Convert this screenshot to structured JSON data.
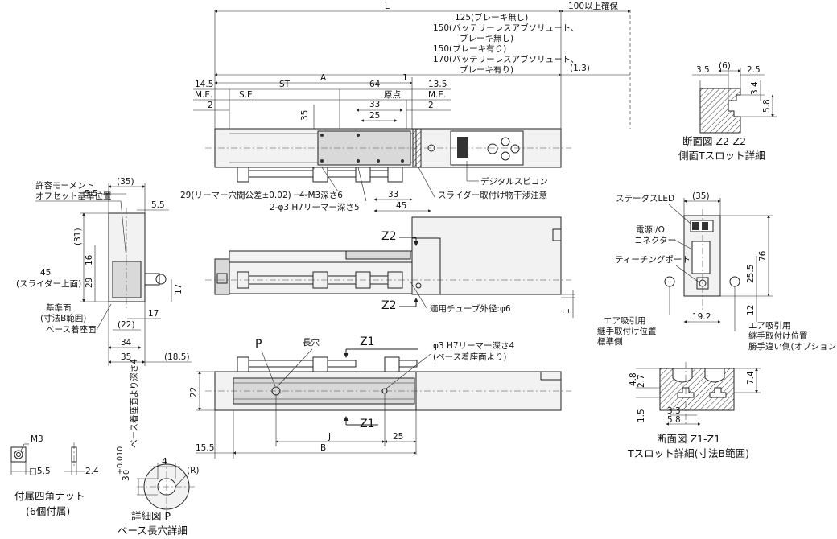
{
  "dims_top": {
    "L": "L",
    "secure": "100以上確保",
    "note1": "125(ブレーキ無し)",
    "note2": "150(バッテリーレスアブソリュート、",
    "note3": "ブレーキ無し)",
    "note4": "150(ブレーキ有り)",
    "note5": "170(バッテリーレスアブソリュート、",
    "note6": "ブレーキ有り)",
    "d_1_3": "(1.3)",
    "A": "A",
    "d14_5": "14.5",
    "ST": "ST",
    "d64": "64",
    "d1": "1",
    "d13_5": "13.5",
    "ME_l": "M.E.",
    "SE": "S.E.",
    "origin": "原点",
    "ME_r": "M.E.",
    "d2_l": "2",
    "d2_r": "2",
    "d33": "33",
    "d25": "25",
    "d35v": "35"
  },
  "labels_top": {
    "digital": "デジタルスピコン",
    "reamer_tol": "29(リーマー穴間公差±0.02)",
    "m3": "4-M3深さ6",
    "phi3": "2-φ3 H7リーマー深さ5",
    "d33b": "33",
    "d45": "45",
    "interfere": "スライダー取付け物干渉注意"
  },
  "left_view": {
    "moment1": "許容モーメント",
    "moment2": "オフセット基準位置",
    "d35": "(35)",
    "d5_5a": "5.5",
    "d5_5b": "5.5",
    "d31": "(31)",
    "d16": "16",
    "d29": "29",
    "d45": "45",
    "slider_top": "(スライダー上面)",
    "d17a": "17",
    "ref1": "基準面",
    "ref2": "(寸法B範囲)",
    "base_face": "ベース着座面",
    "d17b": "17",
    "d22": "(22)",
    "d34": "34",
    "d35b": "35",
    "d18_5": "(18.5)"
  },
  "mid_view": {
    "z2a": "Z2",
    "z2b": "Z2",
    "tube": "適用チューブ外径:φ6",
    "d1": "1"
  },
  "bottom_view": {
    "P": "P",
    "slot": "長穴",
    "z1a": "Z1",
    "z1b": "Z1",
    "phi3": "φ3 H7リーマー深さ4",
    "phi3b": "(ベース着座面より)",
    "d22": "22",
    "J": "J",
    "d25": "25",
    "d15_5": "15.5",
    "B": "B"
  },
  "right_view": {
    "status": "ステータスLED",
    "d35": "(35)",
    "power1": "電源I/O",
    "power2": "コネクター",
    "teach": "ティーチングポート",
    "d76": "76",
    "d25_5": "25.5",
    "d12": "12",
    "d19_2": "19.2",
    "air1a": "エア吸引用",
    "air1b": "継手取付け位置",
    "air1c": "標準側",
    "air2a": "エア吸引用",
    "air2b": "継手取付け位置",
    "air2c": "勝手違い側(オプション)"
  },
  "z2": {
    "d6": "(6)",
    "d3_5": "3.5",
    "d2_5": "2.5",
    "d3_4": "3.4",
    "d5_8": "5.8",
    "cap1": "断面図 Z2-Z2",
    "cap2": "側面Tスロット詳細"
  },
  "z1": {
    "d4_8": "4.8",
    "d2_7": "2.7",
    "d1_5": "1.5",
    "d3_3": "3.3",
    "d5_8": "5.8",
    "d7_4": "7.4",
    "cap1": "断面図 Z1-Z1",
    "cap2": "Tスロット詳細(寸法B範囲)"
  },
  "nut": {
    "m3": "M3",
    "sq": "□5.5",
    "d2_4": "2.4",
    "cap1": "付属四角ナット",
    "cap2": "(6個付属)"
  },
  "detailP": {
    "d3": "3",
    "tol": "+0.010",
    "tol0": "0",
    "depth": "ベース着座面より深さ4",
    "d4": "4",
    "R": "(R)",
    "cap1": "詳細図 P",
    "cap2": "ベース長穴詳細"
  }
}
